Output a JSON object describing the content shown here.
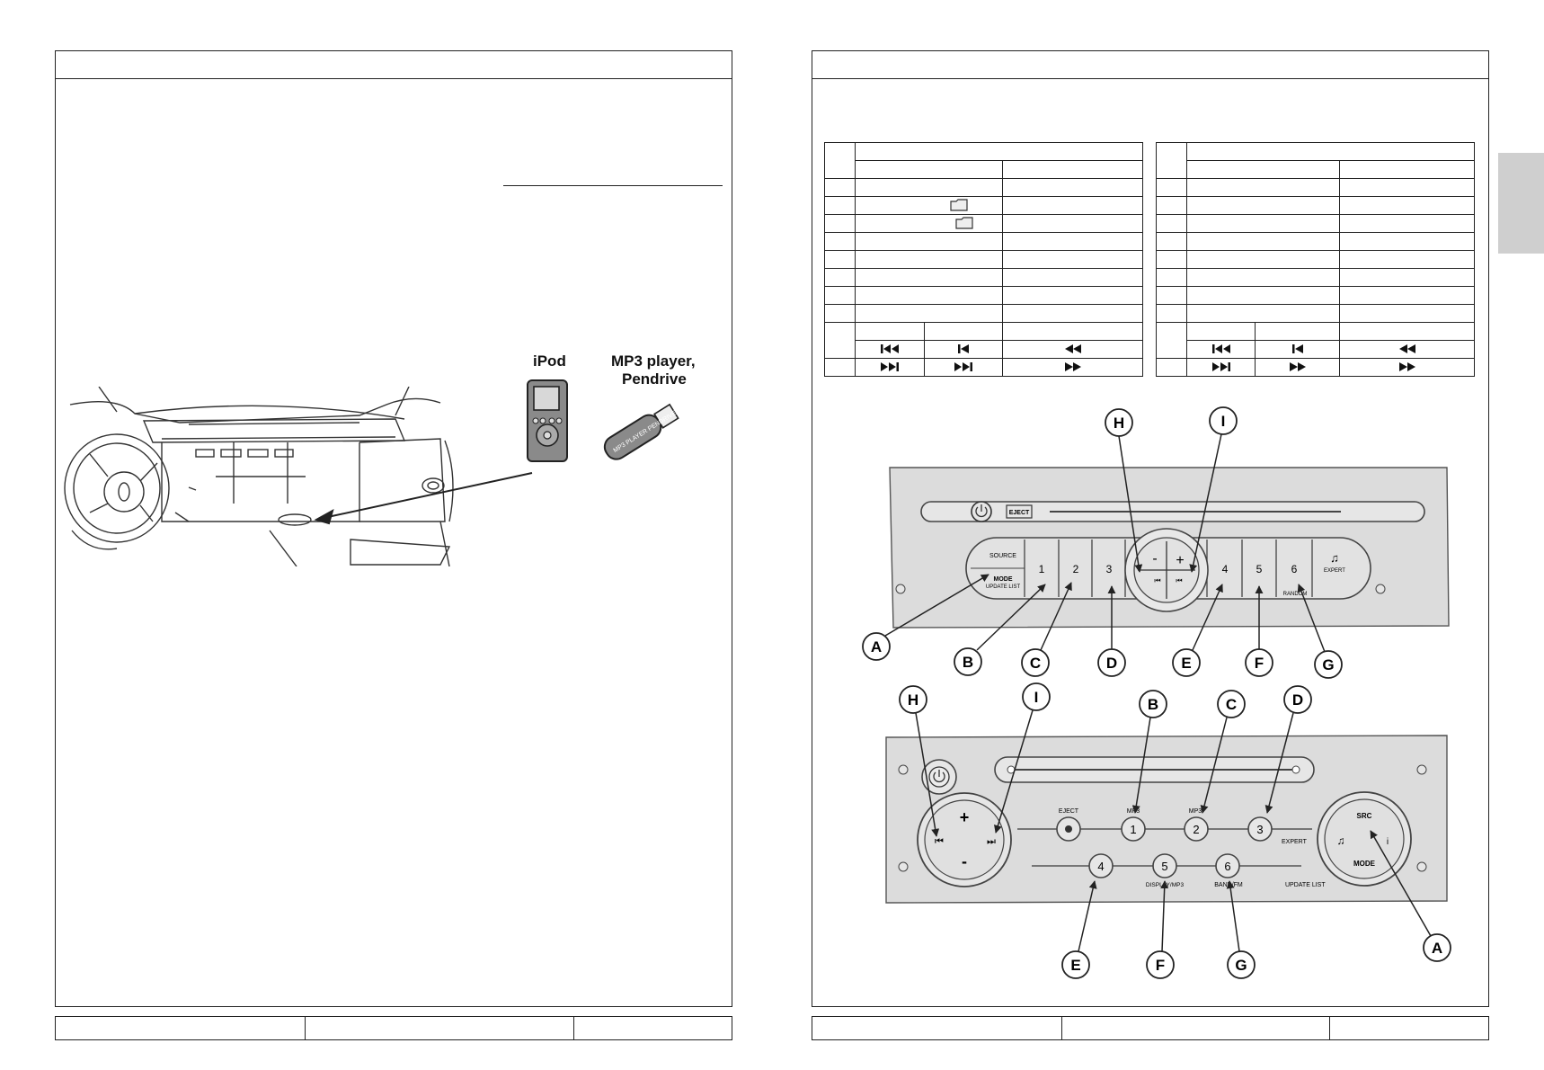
{
  "figure_labels": {
    "ipod": "iPod",
    "mp3_line1": "MP3 player,",
    "mp3_line2": "Pendrive",
    "usb_stick_text": "MP3 PLAYER PENDRIVE"
  },
  "radio_top": {
    "source": "SOURCE",
    "mode": "MODE",
    "update_list": "UPDATE LIST",
    "eject": "EJECT",
    "expert": "EXPERT",
    "random": "RANDOM",
    "minus": "-",
    "plus": "+",
    "btn1": "1",
    "btn2": "2",
    "btn3": "3",
    "btn4": "4",
    "btn5": "5",
    "btn6": "6",
    "callout_A": "A",
    "callout_B": "B",
    "callout_C": "C",
    "callout_D": "D",
    "callout_E": "E",
    "callout_F": "F",
    "callout_G": "G",
    "callout_H": "H",
    "callout_I": "I"
  },
  "radio_bottom": {
    "eject": "EJECT",
    "mp3_a": "MP3",
    "mp3_b": "MP3",
    "expert": "EXPERT",
    "src": "SRC",
    "mode": "MODE",
    "info": "i",
    "display_mp3": "DISPLAY/MP3",
    "band_fm": "BAND/FM",
    "update_list": "UPDATE LIST",
    "plus": "+",
    "minus": "-",
    "btn1": "1",
    "btn2": "2",
    "btn3": "3",
    "btn4": "4",
    "btn5": "5",
    "btn6": "6",
    "callout_A": "A",
    "callout_B": "B",
    "callout_C": "C",
    "callout_D": "D",
    "callout_E": "E",
    "callout_F": "F",
    "callout_G": "G",
    "callout_H": "H",
    "callout_I": "I"
  },
  "icons": {
    "folder": "folder-icon",
    "skip_back": "skip-back-icon",
    "prev_track": "previous-track-icon",
    "rewind": "rewind-icon",
    "skip_forward": "skip-forward-icon",
    "fast_forward": "fast-forward-icon",
    "power": "power-icon",
    "music_note": "music-note-icon"
  },
  "colors": {
    "panel": "#dcdcdc",
    "panel_dark": "#bdbdbd",
    "tab_marker": "#cfcfcf",
    "line": "#222222"
  }
}
